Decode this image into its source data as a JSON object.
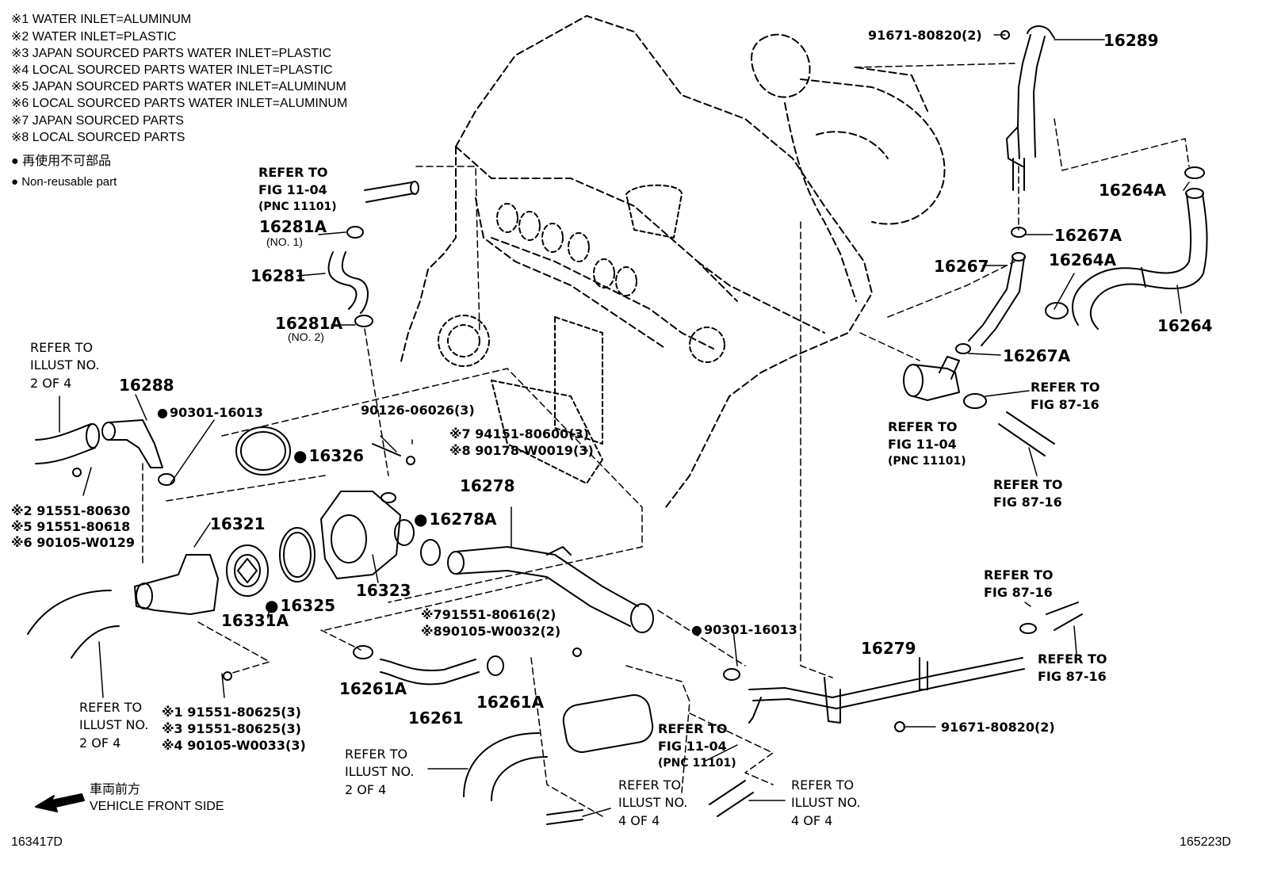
{
  "legend": {
    "notes": [
      "※1 WATER INLET=ALUMINUM",
      "※2 WATER INLET=PLASTIC",
      "※3  JAPAN SOURCED PARTS  WATER INLET=PLASTIC",
      "※4  LOCAL SOURCED PARTS  WATER INLET=PLASTIC",
      "※5  JAPAN SOURCED PARTS  WATER INLET=ALUMINUM",
      "※6  LOCAL SOURCED PARTS  WATER INLET=ALUMINUM",
      "※7  JAPAN SOURCED PARTS",
      "※8  LOCAL SOURCED PARTS"
    ],
    "nonreusable_jp": "● 再使用不可部品",
    "nonreusable_en": "● Non-reusable part"
  },
  "refs": {
    "fig1104_a": [
      "REFER TO",
      "FIG 11-04",
      "(PNC 11101)"
    ],
    "illust2_left": [
      "REFER TO",
      "ILLUST NO.",
      "2 OF 4"
    ],
    "illust2_left_bottom": [
      "REFER TO",
      "ILLUST NO.",
      "2 OF 4"
    ],
    "illust2_mid": [
      "REFER TO",
      "ILLUST NO.",
      "2 OF 4"
    ],
    "fig1104_b": [
      "REFER TO",
      "FIG 11-04",
      "(PNC 11101)"
    ],
    "fig1104_c": [
      "REFER TO",
      "FIG 11-04",
      "(PNC 11101)"
    ],
    "fig8716_a": [
      "REFER TO",
      "FIG 87-16"
    ],
    "fig8716_b": [
      "REFER TO",
      "FIG 87-16"
    ],
    "fig8716_c": [
      "REFER TO",
      "FIG 87-16"
    ],
    "fig8716_d": [
      "REFER TO",
      "FIG 87-16"
    ],
    "illust4_a": [
      "REFER TO",
      "ILLUST NO.",
      "4 OF 4"
    ],
    "illust4_b": [
      "REFER TO",
      "ILLUST NO.",
      "4 OF 4"
    ]
  },
  "parts": {
    "p16289": "16289",
    "p91671_top": "91671-80820(2)",
    "p16264A_top": "16264A",
    "p16267A_top": "16267A",
    "p16267": "16267",
    "p16264A_mid": "16264A",
    "p16264": "16264",
    "p16267A_bot": "16267A",
    "p16281A_1": "16281A",
    "p16281A_1_sub": "(NO. 1)",
    "p16281": "16281",
    "p16281A_2": "16281A",
    "p16281A_2_sub": "(NO. 2)",
    "p16288": "16288",
    "p90301_a": "90301-16013",
    "p90126": "90126-06026(3)",
    "p16326": "16326",
    "p94151": "※7 94151-80600(3)",
    "p90178": "※8 90178-W0019(3)",
    "p16278": "16278",
    "p16278A": "16278A",
    "p91551_80630": "※2 91551-80630",
    "p91551_80618": "※5 91551-80618",
    "p90105_W0129": "※6 90105-W0129",
    "p16321": "16321",
    "p16323": "16323",
    "p16331A": "16331A",
    "p16325": "16325",
    "p91551_80616": "※791551-80616(2)",
    "p90105_W0032": "※890105-W0032(2)",
    "p90301_b": "90301-16013",
    "p16279": "16279",
    "p91671_bot": "91671-80820(2)",
    "p16261A_l": "16261A",
    "p16261": "16261",
    "p16261A_r": "16261A",
    "p91551_80625_1": "※1 91551-80625(3)",
    "p91551_80625_3": "※3 91551-80625(3)",
    "p90105_W0033": "※4 90105-W0033(3)"
  },
  "footer": {
    "front_jp": "車両前方",
    "front_en": "VEHICLE FRONT SIDE",
    "code_left": "163417D",
    "code_right": "165223D"
  }
}
